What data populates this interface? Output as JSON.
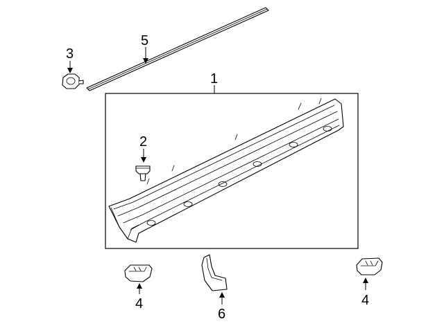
{
  "callouts": {
    "c1": "1",
    "c2": "2",
    "c3": "3",
    "c4_left": "4",
    "c4_right": "4",
    "c5": "5",
    "c6": "6"
  },
  "colors": {
    "line": "#000000",
    "background": "#ffffff"
  }
}
